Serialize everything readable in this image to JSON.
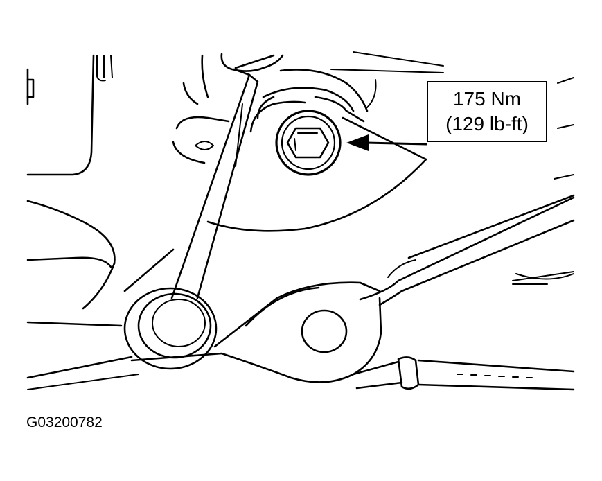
{
  "callout": {
    "torque_metric": "175 Nm",
    "torque_imperial": "(129 lb-ft)"
  },
  "figure_id": "G03200782",
  "colors": {
    "line": "#000000",
    "background": "#ffffff"
  },
  "icons": {
    "fastener": "hex-bolt-icon",
    "pointer": "arrow-left-icon"
  }
}
